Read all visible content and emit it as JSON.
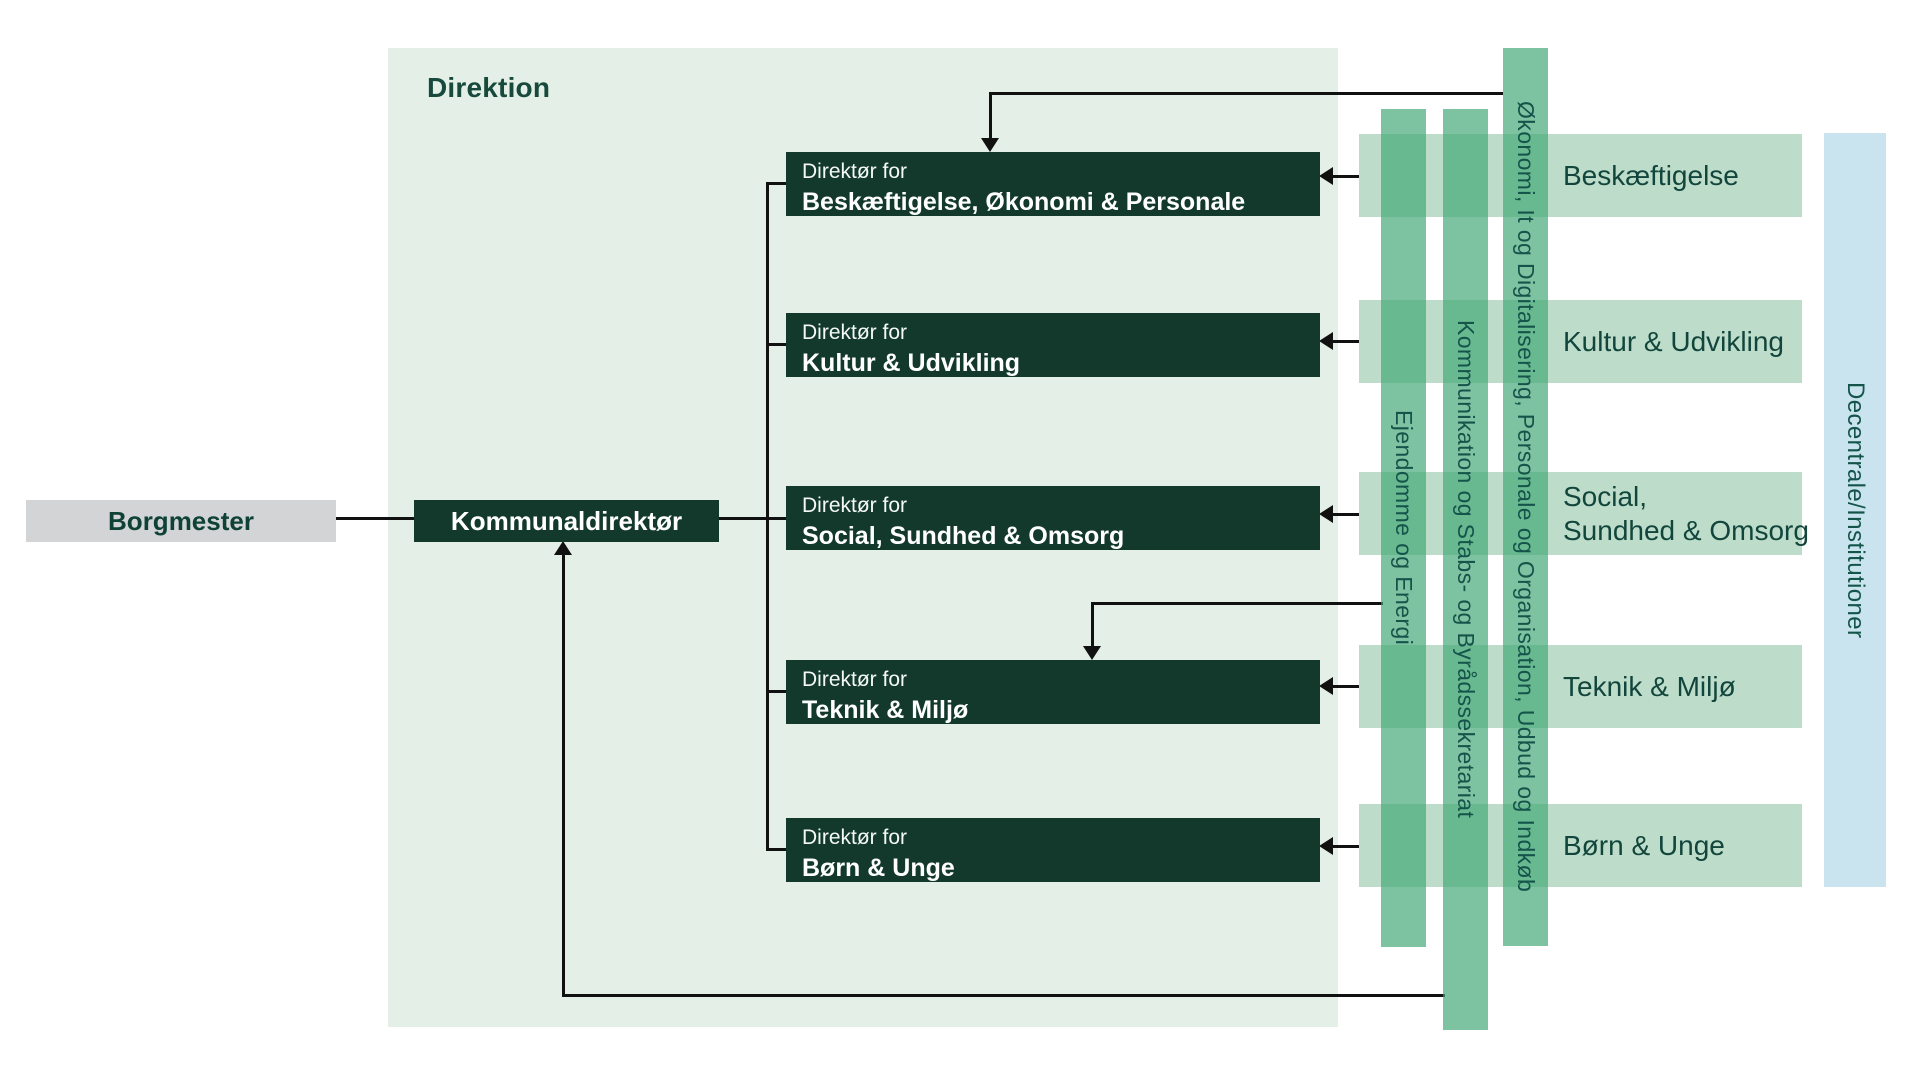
{
  "title_panel": {
    "label": "Direktion"
  },
  "nodes": {
    "borgmester": "Borgmester",
    "kommunaldirektor": "Kommunaldirektør"
  },
  "direktorer": [
    {
      "prefix": "Direktør for",
      "name": "Beskæftigelse, Økonomi & Personale"
    },
    {
      "prefix": "Direktør for",
      "name": "Kultur & Udvikling"
    },
    {
      "prefix": "Direktør for",
      "name": "Social, Sundhed & Omsorg"
    },
    {
      "prefix": "Direktør for",
      "name": "Teknik & Miljø"
    },
    {
      "prefix": "Direktør for",
      "name": "Børn & Unge"
    }
  ],
  "stabe": [
    "Ejendomme og Energi",
    "Kommunikation og Stabs- og Byrådssekretariat",
    "Økonomi, It og Digitalisering, Personale og Organisation, Udbud og Indkøb"
  ],
  "fagomrader": [
    {
      "line1": "Beskæftigelse"
    },
    {
      "line1": "Kultur & Udvikling"
    },
    {
      "line1": "Social,",
      "line2": "Sundhed & Omsorg"
    },
    {
      "line1": "Teknik & Miljø"
    },
    {
      "line1": "Børn & Unge"
    }
  ],
  "decentrale": {
    "label": "Decentrale/Institutioner"
  },
  "colors": {
    "panel_bg": "#e4efe7",
    "dark_box": "#12392c",
    "department_row": "#bddcca",
    "staff_bar": "#3ea673",
    "decentral_bar": "#c9e4ef",
    "borgmester_bg": "#d2d4d5",
    "text_dark_green": "#14544a",
    "line": "#111111"
  }
}
